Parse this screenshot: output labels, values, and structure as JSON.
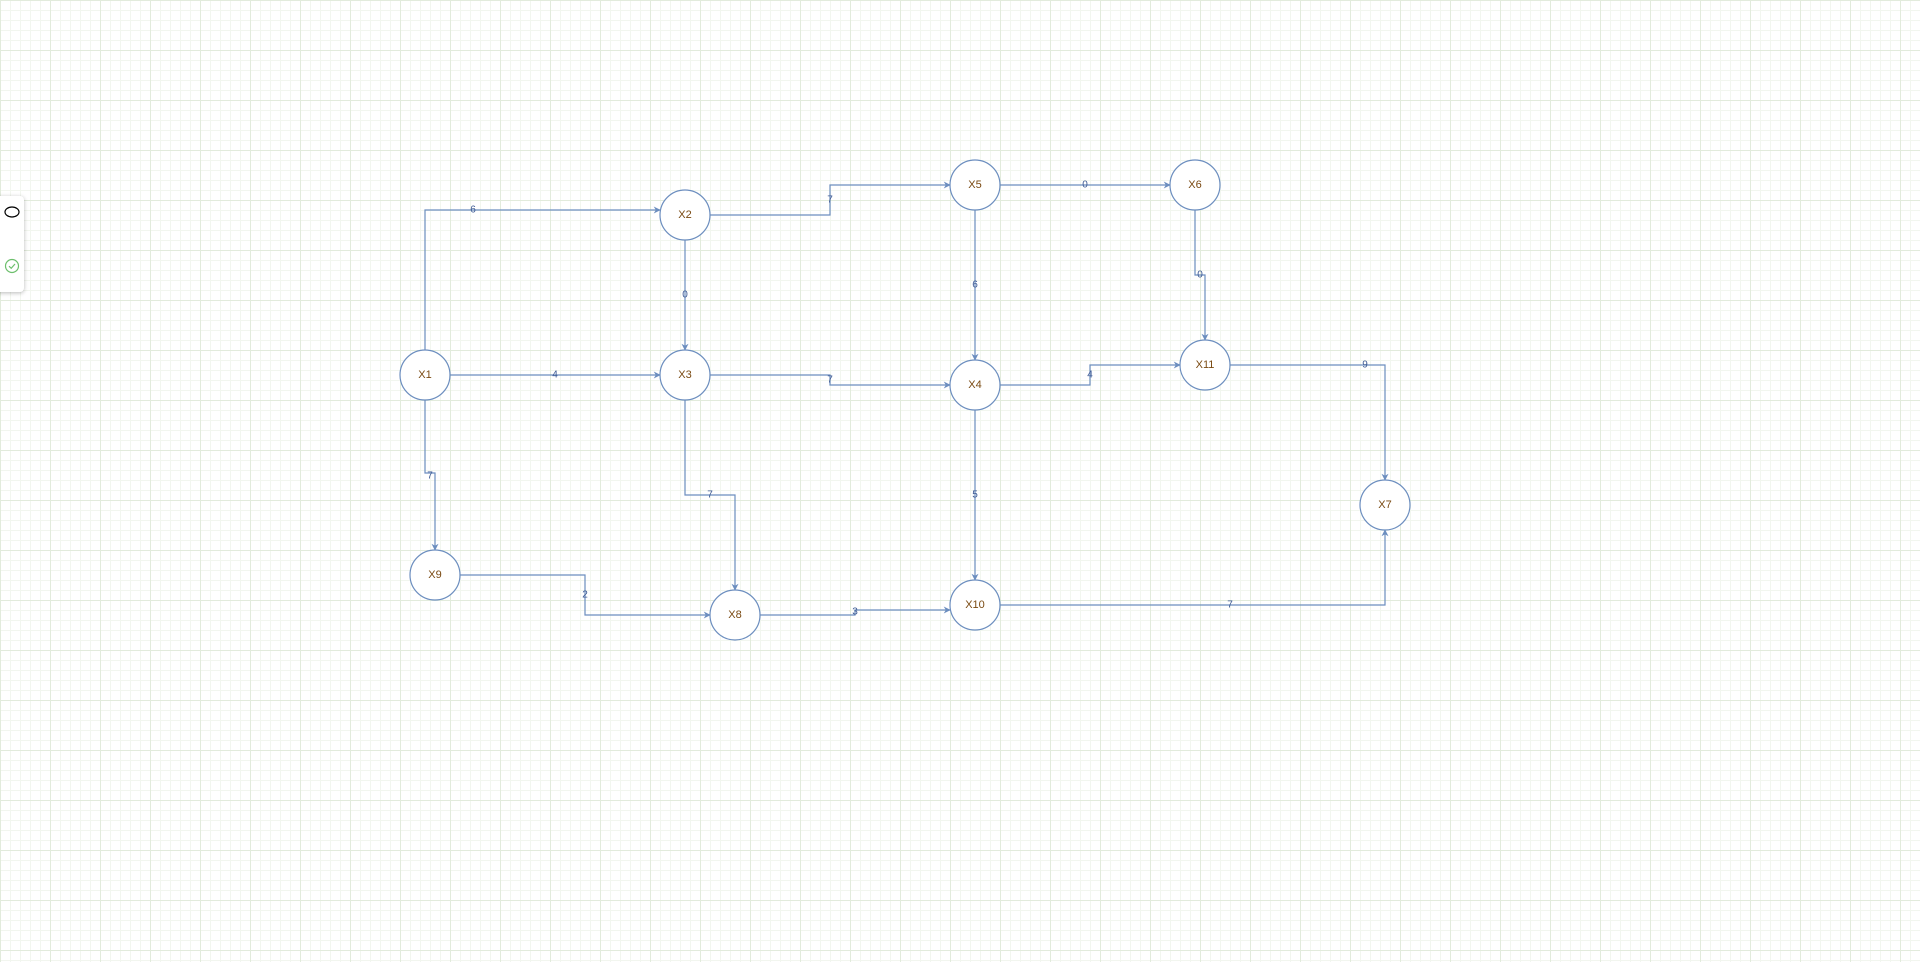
{
  "diagram": {
    "nodes": [
      {
        "id": "X1",
        "label": "X1"
      },
      {
        "id": "X2",
        "label": "X2"
      },
      {
        "id": "X3",
        "label": "X3"
      },
      {
        "id": "X4",
        "label": "X4"
      },
      {
        "id": "X5",
        "label": "X5"
      },
      {
        "id": "X6",
        "label": "X6"
      },
      {
        "id": "X7",
        "label": "X7"
      },
      {
        "id": "X8",
        "label": "X8"
      },
      {
        "id": "X9",
        "label": "X9"
      },
      {
        "id": "X10",
        "label": "X10"
      },
      {
        "id": "X11",
        "label": "X11"
      }
    ],
    "edges": [
      {
        "id": "e1",
        "from": "X1",
        "to": "X2",
        "label": "6"
      },
      {
        "id": "e2",
        "from": "X1",
        "to": "X3",
        "label": "4"
      },
      {
        "id": "e3",
        "from": "X1",
        "to": "X9",
        "label": "7"
      },
      {
        "id": "e4",
        "from": "X2",
        "to": "X3",
        "label": "0"
      },
      {
        "id": "e5",
        "from": "X2",
        "to": "X5",
        "label": "7"
      },
      {
        "id": "e6",
        "from": "X3",
        "to": "X4",
        "label": "7"
      },
      {
        "id": "e7",
        "from": "X3",
        "to": "X8",
        "label": "7"
      },
      {
        "id": "e8",
        "from": "X5",
        "to": "X6",
        "label": "0"
      },
      {
        "id": "e9",
        "from": "X5",
        "to": "X4",
        "label": "6"
      },
      {
        "id": "e10",
        "from": "X6",
        "to": "X11",
        "label": "0"
      },
      {
        "id": "e11",
        "from": "X4",
        "to": "X11",
        "label": "4"
      },
      {
        "id": "e12",
        "from": "X4",
        "to": "X10",
        "label": "5"
      },
      {
        "id": "e13",
        "from": "X11",
        "to": "X7",
        "label": "9"
      },
      {
        "id": "e14",
        "from": "X9",
        "to": "X8",
        "label": "2"
      },
      {
        "id": "e15",
        "from": "X8",
        "to": "X10",
        "label": "3"
      },
      {
        "id": "e16",
        "from": "X10",
        "to": "X7",
        "label": "7"
      }
    ]
  },
  "toolbar": {
    "tools": [
      {
        "icon": "ellipse-icon"
      },
      {
        "icon": "check-circle-icon"
      }
    ]
  },
  "colors": {
    "node_stroke": "#6c8ebf",
    "edge_stroke": "#6c8ebf",
    "node_label": "#7a4a12",
    "edge_label": "#3d5a94",
    "check_icon": "#6dbf6d"
  }
}
